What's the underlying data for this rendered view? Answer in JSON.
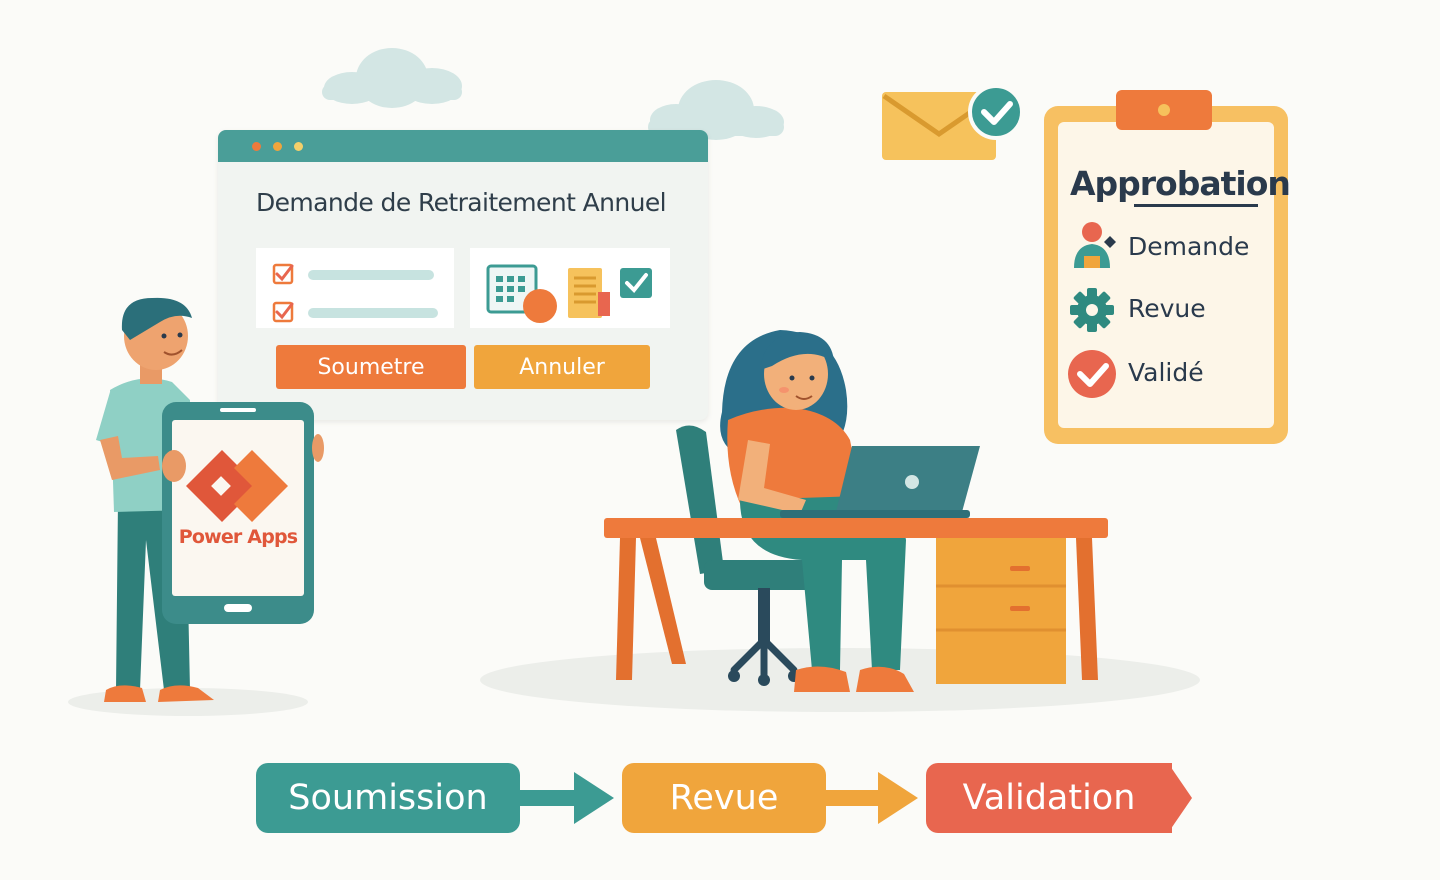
{
  "form": {
    "title": "Demande de Retraitement Annuel",
    "submit_label": "Soumetre",
    "cancel_label": "Annuler"
  },
  "tablet": {
    "app_name": "Power Apps"
  },
  "approval": {
    "title": "Approbation",
    "items": [
      {
        "label": "Demande",
        "icon": "person-icon"
      },
      {
        "label": "Revue",
        "icon": "gear-icon"
      },
      {
        "label": "Validé",
        "icon": "check-circle-icon"
      }
    ]
  },
  "workflow": {
    "steps": [
      {
        "label": "Soumission",
        "color": "#3c9b93"
      },
      {
        "label": "Revue",
        "color": "#f0a53c"
      },
      {
        "label": "Validation",
        "color": "#e8664f"
      }
    ]
  },
  "colors": {
    "teal": "#3c9b93",
    "orange": "#ee7a3c",
    "amber": "#f0a53c",
    "red": "#e8664f",
    "navy": "#2a3a4c"
  }
}
